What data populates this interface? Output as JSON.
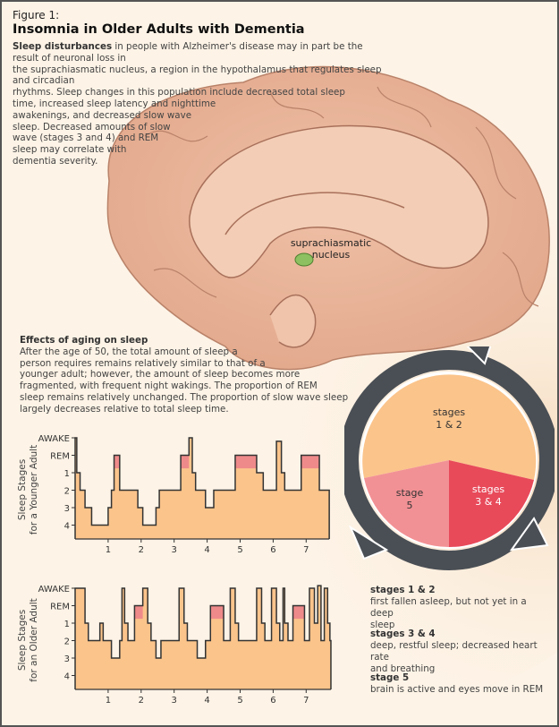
{
  "header": {
    "figure_label": "Figure 1:",
    "title": "Insomnia in Older Adults with Dementia"
  },
  "intro": {
    "lead": "Sleep disturbances",
    "lines": [
      " in people with Alzheimer's disease may in part be the result of neuronal loss in",
      "the suprachiasmatic nucleus, a region in the hypothalamus that regulates sleep and circadian",
      "rhythms. Sleep changes in this population include decreased total sleep",
      "time, increased sleep latency and nighttime",
      "awakenings, and decreased slow wave",
      "sleep. Decreased amounts of slow",
      "wave (stages 3 and 4) and REM",
      "sleep may correlate with",
      "dementia severity."
    ]
  },
  "brain": {
    "label_line1": "suprachiasmatic",
    "label_line2": "nucleus"
  },
  "aging": {
    "heading": "Effects of aging on sleep",
    "lines": [
      "After the age of 50, the total amount of sleep a",
      "person requires remains relatively similar to that of a",
      "younger adult; however, the amount of sleep becomes more",
      "fragmented, with frequent night wakings. The proportion of REM",
      "sleep remains relatively unchanged. The proportion of slow wave sleep",
      "largely decreases relative to total sleep time."
    ]
  },
  "cycle": {
    "slices": [
      {
        "line1": "stages",
        "line2": "1 & 2",
        "color": "#fbc48b"
      },
      {
        "line1": "stages",
        "line2": "3 & 4",
        "color": "#e84a5a"
      },
      {
        "line1": "stage",
        "line2": "5",
        "color": "#f29195"
      }
    ],
    "arrow_color": "#4a4f55"
  },
  "legend": [
    {
      "heading": "stages 1 & 2",
      "lines": [
        "first fallen asleep, but not yet in a deep",
        "sleep"
      ]
    },
    {
      "heading": "stages 3 & 4",
      "lines": [
        "deep, restful sleep; decreased heart rate",
        "and breathing"
      ]
    },
    {
      "heading": "stage 5",
      "lines": [
        "brain is active and eyes move in REM"
      ]
    }
  ],
  "chart_data": [
    {
      "type": "line",
      "ylabel_line1": "Sleep Stages",
      "ylabel_line2": "for a Younger Adult",
      "yticks": [
        "AWAKE",
        "REM",
        "1",
        "2",
        "3",
        "4"
      ],
      "xticks": [
        "1",
        "2",
        "3",
        "4",
        "5",
        "6",
        "7"
      ],
      "xlim": [
        0,
        7.7
      ],
      "end": 7.7,
      "steps": [
        [
          0,
          0
        ],
        [
          0.05,
          2
        ],
        [
          0.15,
          3
        ],
        [
          0.3,
          4
        ],
        [
          0.5,
          5
        ],
        [
          1.0,
          4
        ],
        [
          1.1,
          3
        ],
        [
          1.18,
          1
        ],
        [
          1.35,
          3
        ],
        [
          1.9,
          4
        ],
        [
          2.05,
          5
        ],
        [
          2.45,
          4
        ],
        [
          2.55,
          3
        ],
        [
          3.2,
          1
        ],
        [
          3.45,
          0
        ],
        [
          3.55,
          2
        ],
        [
          3.65,
          3
        ],
        [
          3.95,
          4
        ],
        [
          4.2,
          3
        ],
        [
          4.85,
          1
        ],
        [
          5.5,
          2
        ],
        [
          5.7,
          3
        ],
        [
          6.1,
          0.2
        ],
        [
          6.25,
          2
        ],
        [
          6.35,
          3
        ],
        [
          6.85,
          1
        ],
        [
          7.4,
          3
        ]
      ]
    },
    {
      "type": "line",
      "ylabel_line1": "Sleep Stages",
      "ylabel_line2": "for an Older Adult",
      "yticks": [
        "AWAKE",
        "REM",
        "1",
        "2",
        "3",
        "4"
      ],
      "xticks": [
        "1",
        "2",
        "3",
        "4",
        "5",
        "6",
        "7"
      ],
      "xlim": [
        0,
        7.7
      ],
      "end": 7.75,
      "steps": [
        [
          0,
          0
        ],
        [
          0.3,
          2
        ],
        [
          0.4,
          3
        ],
        [
          0.75,
          2
        ],
        [
          0.85,
          3
        ],
        [
          1.1,
          4
        ],
        [
          1.35,
          3
        ],
        [
          1.42,
          0
        ],
        [
          1.5,
          2
        ],
        [
          1.6,
          3
        ],
        [
          1.8,
          1
        ],
        [
          2.05,
          0
        ],
        [
          2.2,
          2
        ],
        [
          2.3,
          3
        ],
        [
          2.45,
          4
        ],
        [
          2.6,
          3
        ],
        [
          3.15,
          0
        ],
        [
          3.3,
          2
        ],
        [
          3.4,
          3
        ],
        [
          3.7,
          4
        ],
        [
          3.95,
          3
        ],
        [
          4.1,
          1
        ],
        [
          4.5,
          3
        ],
        [
          4.7,
          0
        ],
        [
          4.85,
          2
        ],
        [
          4.95,
          3
        ],
        [
          5.5,
          0
        ],
        [
          5.65,
          2
        ],
        [
          5.75,
          3
        ],
        [
          5.95,
          0
        ],
        [
          6.1,
          2
        ],
        [
          6.2,
          3
        ],
        [
          6.3,
          0
        ],
        [
          6.35,
          2
        ],
        [
          6.45,
          3
        ],
        [
          6.6,
          1
        ],
        [
          6.95,
          3
        ],
        [
          7.1,
          0
        ],
        [
          7.25,
          2
        ],
        [
          7.35,
          -0.15
        ],
        [
          7.45,
          3
        ],
        [
          7.55,
          0
        ],
        [
          7.65,
          2
        ],
        [
          7.72,
          3
        ]
      ]
    }
  ]
}
